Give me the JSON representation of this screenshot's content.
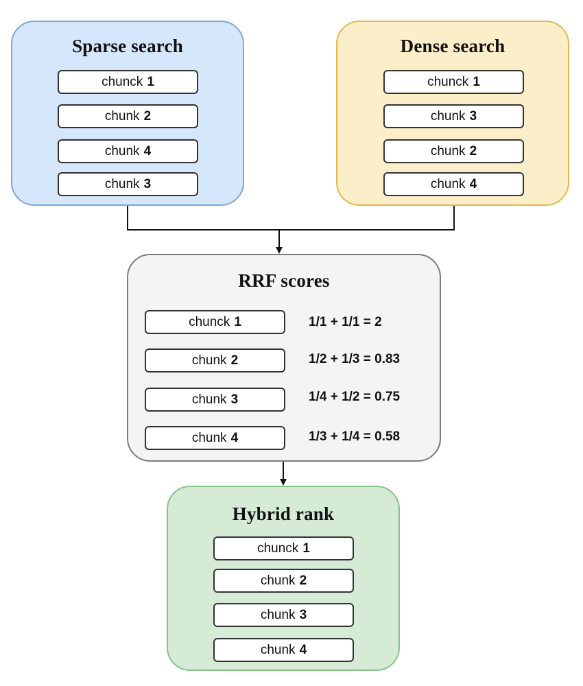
{
  "diagram": {
    "panels": {
      "sparse": {
        "title": "Sparse search",
        "items": [
          {
            "word": "chunck",
            "num": "1"
          },
          {
            "word": "chunk",
            "num": "2"
          },
          {
            "word": "chunk",
            "num": "4"
          },
          {
            "word": "chunk",
            "num": "3"
          }
        ]
      },
      "dense": {
        "title": "Dense search",
        "items": [
          {
            "word": "chunck",
            "num": "1"
          },
          {
            "word": "chunk",
            "num": "3"
          },
          {
            "word": "chunk",
            "num": "2"
          },
          {
            "word": "chunk",
            "num": "4"
          }
        ]
      },
      "rrf": {
        "title": "RRF scores",
        "items": [
          {
            "word": "chunck",
            "num": "1",
            "formula": "1/1 + 1/1 = 2"
          },
          {
            "word": "chunk",
            "num": "2",
            "formula": "1/2 + 1/3 = 0.83"
          },
          {
            "word": "chunk",
            "num": "3",
            "formula": "1/4 + 1/2 = 0.75"
          },
          {
            "word": "chunk",
            "num": "4",
            "formula": "1/3 + 1/4 = 0.58"
          }
        ]
      },
      "hybrid": {
        "title": "Hybrid rank",
        "items": [
          {
            "word": "chunck",
            "num": "1"
          },
          {
            "word": "chunk",
            "num": "2"
          },
          {
            "word": "chunk",
            "num": "3"
          },
          {
            "word": "chunk",
            "num": "4"
          }
        ]
      }
    },
    "colors": {
      "sparse_fill": "#d6e7fb",
      "dense_fill": "#fdeeca",
      "rrf_fill": "#f4f4f4",
      "hybrid_fill": "#d5ebd6",
      "line": "#111111"
    }
  }
}
